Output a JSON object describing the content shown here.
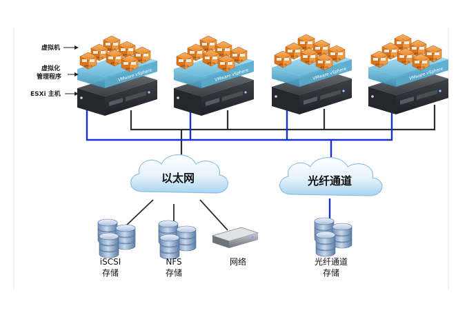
{
  "labels": {
    "vm": "虚拟机",
    "hypervisor_line1": "虚拟化",
    "hypervisor_line2": "管理程序",
    "esxi_host": "ESXi 主机"
  },
  "hosts": [
    {
      "platform_label": "VMware vSphere",
      "vm_badges": [
        "APP OS",
        "APP OS",
        "APP OS",
        "APP OS",
        "APP OS",
        "APP OS",
        "APP OS"
      ]
    },
    {
      "platform_label": "VMware vSphere",
      "vm_badges": [
        "APP OS",
        "APP OS",
        "APP OS",
        "APP OS",
        "APP OS",
        "APP OS",
        "APP OS"
      ]
    },
    {
      "platform_label": "VMware vSphere",
      "vm_badges": [
        "APP OS",
        "APP OS",
        "APP OS",
        "APP OS",
        "APP OS",
        "APP OS",
        "APP OS"
      ]
    },
    {
      "platform_label": "VMware vSphere",
      "vm_badges": [
        "APP OS",
        "APP OS",
        "APP OS",
        "APP OS",
        "APP OS",
        "APP OS",
        "APP OS"
      ]
    }
  ],
  "clouds": {
    "ethernet": "以太网",
    "fibre_channel": "光纤通道"
  },
  "storage": {
    "iscsi_line1": "iSCSI",
    "iscsi_line2": "存储",
    "nfs_line1": "NFS",
    "nfs_line2": "存储",
    "network_label": "网络",
    "fc_line1": "光纤通道",
    "fc_line2": "存储"
  },
  "colors": {
    "fc_link": "#1a2fd0",
    "eth_link": "#2b2b2b",
    "vm_orange": "#e8862a",
    "hypervisor_blue": "#8fd3ec",
    "server_dark": "#2e3238"
  }
}
